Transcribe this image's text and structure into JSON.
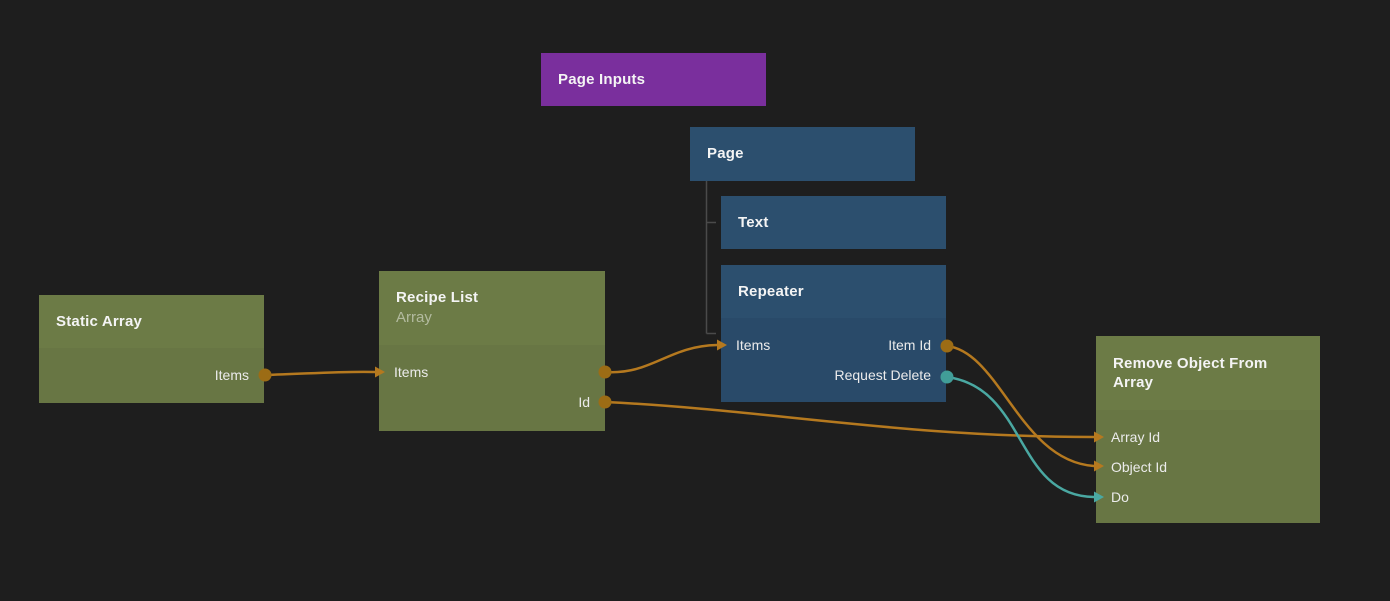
{
  "app": {
    "background": "#1e1e1e"
  },
  "colors": {
    "node_purple": "#7a2f9d",
    "node_blue_header": "#2c4f6e",
    "node_blue_body": "#294a69",
    "node_green_header": "#6c7b46",
    "node_green_body": "#687644",
    "connection_orange": "#b5791f",
    "connection_teal": "#4aa8a2",
    "dot_orange": "#9c6c15",
    "dot_teal": "#419d98",
    "hierarchy_line": "#4a4a4a"
  },
  "nodes": {
    "page_inputs": {
      "title": "Page Inputs"
    },
    "page": {
      "title": "Page"
    },
    "text": {
      "title": "Text"
    },
    "repeater": {
      "title": "Repeater",
      "inputs": [
        {
          "label": "Items"
        }
      ],
      "outputs": [
        {
          "label": "Item Id"
        },
        {
          "label": "Request Delete"
        }
      ]
    },
    "static_array": {
      "title": "Static Array",
      "outputs": [
        {
          "label": "Items"
        }
      ]
    },
    "recipe_list": {
      "title": "Recipe List",
      "subtitle": "Array",
      "inputs": [
        {
          "label": "Items"
        }
      ],
      "outputs": [
        {
          "label": "Id"
        }
      ]
    },
    "remove_object": {
      "title": "Remove Object From Array",
      "inputs": [
        {
          "label": "Array Id"
        },
        {
          "label": "Object Id"
        },
        {
          "label": "Do"
        }
      ]
    }
  },
  "hierarchy": [
    {
      "parent": "Page",
      "child": "Text"
    },
    {
      "parent": "Page",
      "child": "Repeater"
    }
  ],
  "connections": [
    {
      "from": "Static Array.Items",
      "to": "Recipe List.Items",
      "color": "orange"
    },
    {
      "from": "Recipe List.Items",
      "to": "Repeater.Items",
      "color": "orange"
    },
    {
      "from": "Recipe List.Id",
      "to": "Remove Object From Array.Array Id",
      "color": "orange"
    },
    {
      "from": "Repeater.Item Id",
      "to": "Remove Object From Array.Object Id",
      "color": "orange"
    },
    {
      "from": "Repeater.Request Delete",
      "to": "Remove Object From Array.Do",
      "color": "teal"
    }
  ]
}
